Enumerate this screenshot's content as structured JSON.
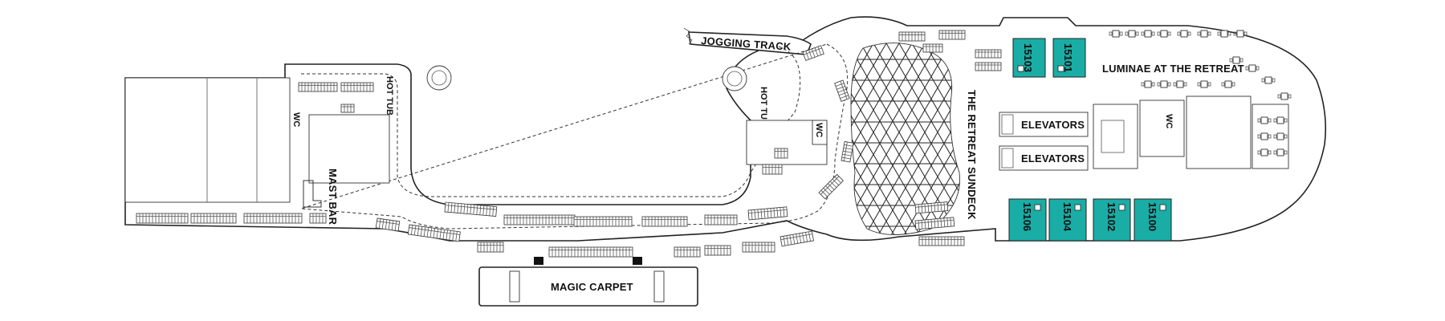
{
  "colors": {
    "cabin_fill": "#1aada6",
    "hull_stroke": "#222222",
    "background": "#ffffff",
    "text": "#111111"
  },
  "labels": {
    "jogging_track": "JOGGING TRACK",
    "hot_tub_left": "HOT TUB",
    "hot_tub_right": "HOT TUB",
    "wc_left": "WC",
    "wc_mid": "WC",
    "wc_right": "WC",
    "mast_bar": "MAST BAR",
    "magic_carpet": "MAGIC CARPET",
    "retreat_sundeck": "THE RETREAT SUNDECK",
    "elevators_top": "ELEVATORS",
    "elevators_bottom": "ELEVATORS",
    "luminae": "LUMINAE AT THE RETREAT"
  },
  "cabins": {
    "top": [
      "15103",
      "15101"
    ],
    "bottom": [
      "15106",
      "15104",
      "15102",
      "15100"
    ]
  }
}
